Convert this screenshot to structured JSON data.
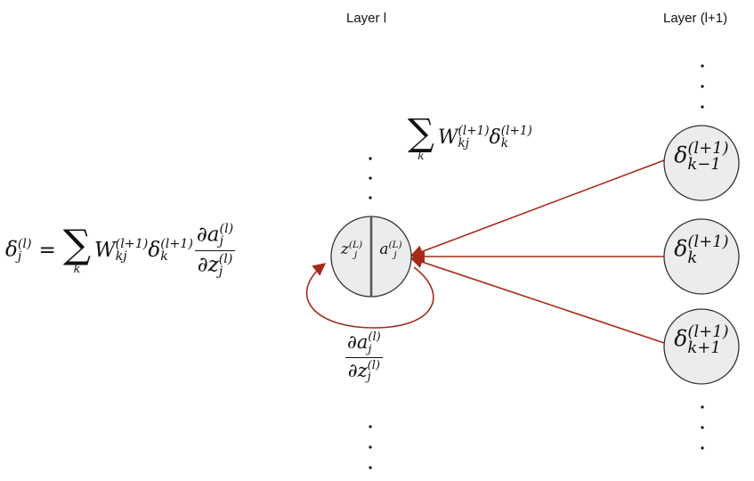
{
  "layers": {
    "left_label": "Layer l",
    "right_label": "Layer (l+1)"
  },
  "equation": {
    "lhs_symbol": "δ",
    "lhs_sub": "j",
    "lhs_sup": "(l)",
    "equals": "=",
    "sum_symbol": "∑",
    "sum_index": "k",
    "weight": "W",
    "weight_sub": "kj",
    "weight_sup": "(l+1)",
    "delta": "δ",
    "delta_sub": "k",
    "delta_sup": "(l+1)",
    "partial": "∂",
    "a": "a",
    "z": "z",
    "a_sub": "j",
    "a_sup": "(l)",
    "z_sub": "j",
    "z_sup": "(l)"
  },
  "weighted_sum_label": {
    "sum_symbol": "∑",
    "sum_index": "k",
    "weight": "W",
    "weight_sub": "kj",
    "weight_sup": "(l+1)",
    "delta": "δ",
    "delta_sub": "k",
    "delta_sup": "(l+1)"
  },
  "center_node": {
    "z_symbol": "z",
    "z_sub": "j",
    "z_sup": "(L)",
    "a_symbol": "a",
    "a_sub": "j",
    "a_sup": "(L)"
  },
  "loop_label": {
    "partial": "∂",
    "a": "a",
    "z": "z",
    "sub": "j",
    "sup": "(l)"
  },
  "right_nodes": [
    {
      "symbol": "δ",
      "sup": "(l+1)",
      "sub": "k−1"
    },
    {
      "symbol": "δ",
      "sup": "(l+1)",
      "sub": "k"
    },
    {
      "symbol": "δ",
      "sup": "(l+1)",
      "sub": "k+1"
    }
  ],
  "ellipsis": ".",
  "colors": {
    "arrow": "#a52a1a",
    "node_fill": "#ececec",
    "node_stroke": "#333333",
    "divider": "#555555"
  }
}
